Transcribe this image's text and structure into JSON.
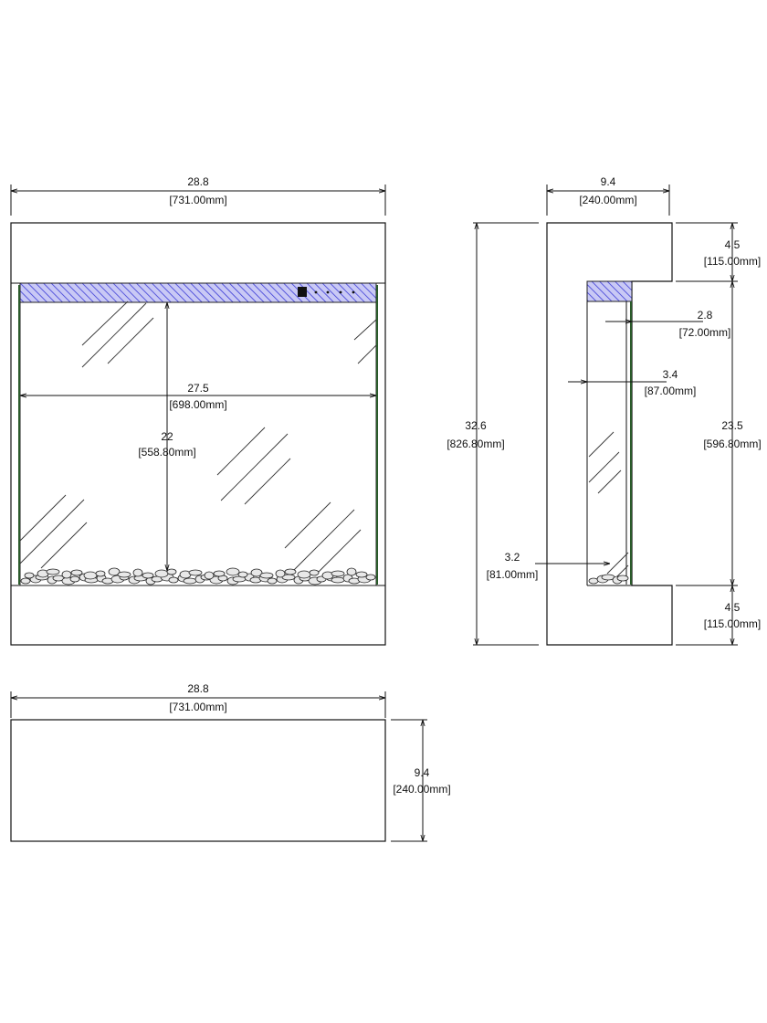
{
  "front_view": {
    "overall_width": {
      "value": "28.8",
      "mm": "[731.00mm]"
    },
    "glass_width": {
      "value": "27.5",
      "mm": "[698.00mm]"
    },
    "glass_height": {
      "value": "22",
      "mm": "[558.80mm]"
    }
  },
  "side_view": {
    "depth": {
      "value": "9.4",
      "mm": "[240.00mm]"
    },
    "overall_height": {
      "value": "32.6",
      "mm": "[826.80mm]"
    },
    "top_frame": {
      "value": "4.5",
      "mm": "[115.00mm]"
    },
    "bottom_frame": {
      "value": "4.5",
      "mm": "[115.00mm]"
    },
    "glass_height": {
      "value": "23.5",
      "mm": "[596.80mm]"
    },
    "offset_a": {
      "value": "2.8",
      "mm": "[72.00mm]"
    },
    "offset_b": {
      "value": "3.4",
      "mm": "[87.00mm]"
    },
    "offset_c": {
      "value": "3.2",
      "mm": "[81.00mm]"
    }
  },
  "top_view": {
    "width": {
      "value": "28.8",
      "mm": "[731.00mm]"
    },
    "depth": {
      "value": "9.4",
      "mm": "[240.00mm]"
    }
  },
  "colors": {
    "hatch": "#3b3bd6",
    "hatch_bg": "#c9c9f5",
    "frame_green": "#2a5a2a"
  }
}
